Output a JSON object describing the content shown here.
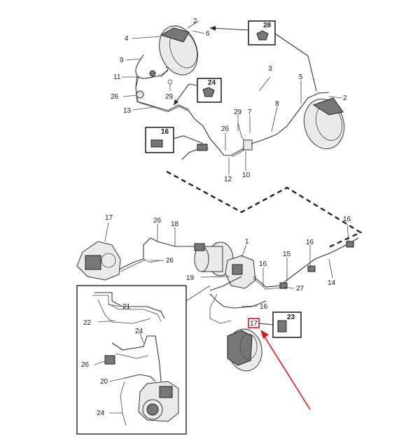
{
  "callouts": {
    "top": [
      "2",
      "6",
      "4",
      "9",
      "7",
      "11",
      "29",
      "26",
      "13",
      "3",
      "5",
      "2",
      "29",
      "7",
      "8",
      "26",
      "12",
      "10"
    ],
    "bottom": [
      "17",
      "26",
      "18",
      "26",
      "1",
      "19",
      "16",
      "15",
      "16",
      "16",
      "14",
      "27",
      "16",
      "21",
      "22",
      "24",
      "26",
      "20",
      "24"
    ],
    "inset": {
      "p17": "17"
    }
  },
  "boxes": {
    "b28": "28",
    "b24": "24",
    "b16": "16",
    "b23": "23"
  },
  "colors": {
    "line": "#333333",
    "highlight_arrow": "#e0161b",
    "highlight_box": "#e0161b"
  }
}
